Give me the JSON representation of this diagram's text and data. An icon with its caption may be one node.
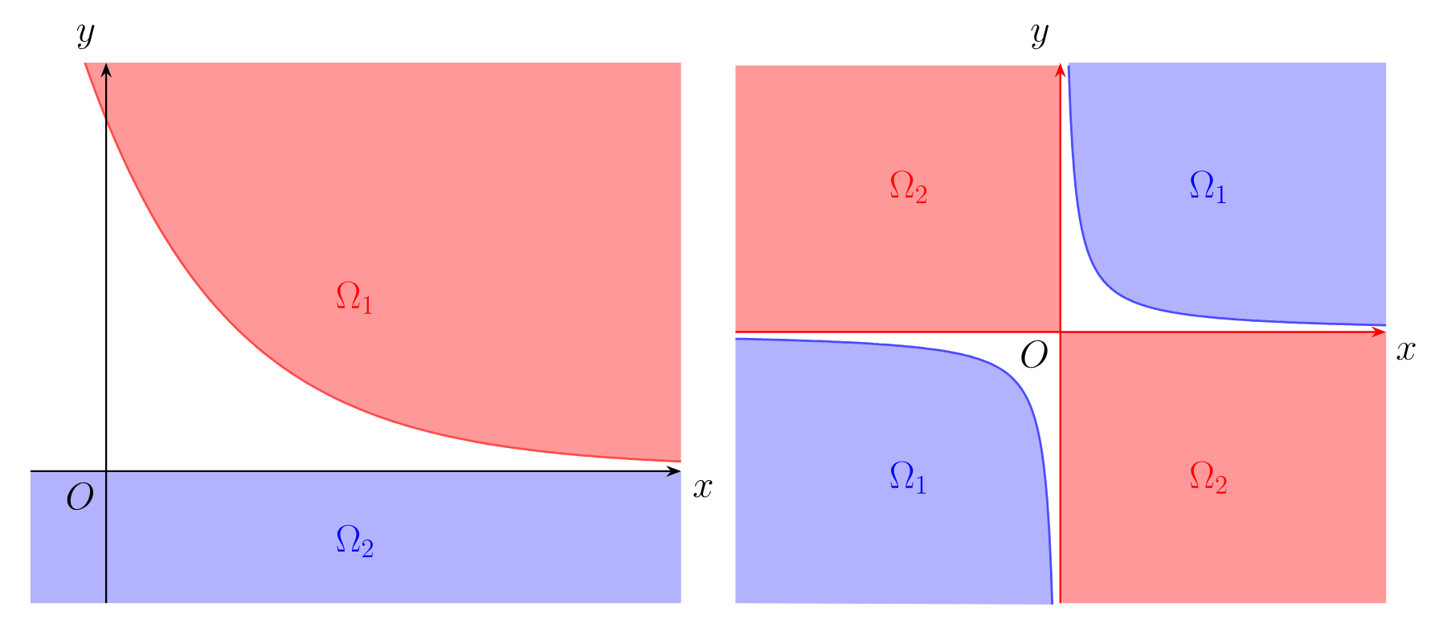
{
  "diagram": {
    "labels": [
      "y",
      "y",
      "\\Omega_2",
      "\\Omega_1",
      "\\Omega_1",
      "x",
      "O",
      "\\Omega_1",
      "\\Omega_2",
      "x",
      "O",
      "\\Omega_2"
    ]
  }
}
